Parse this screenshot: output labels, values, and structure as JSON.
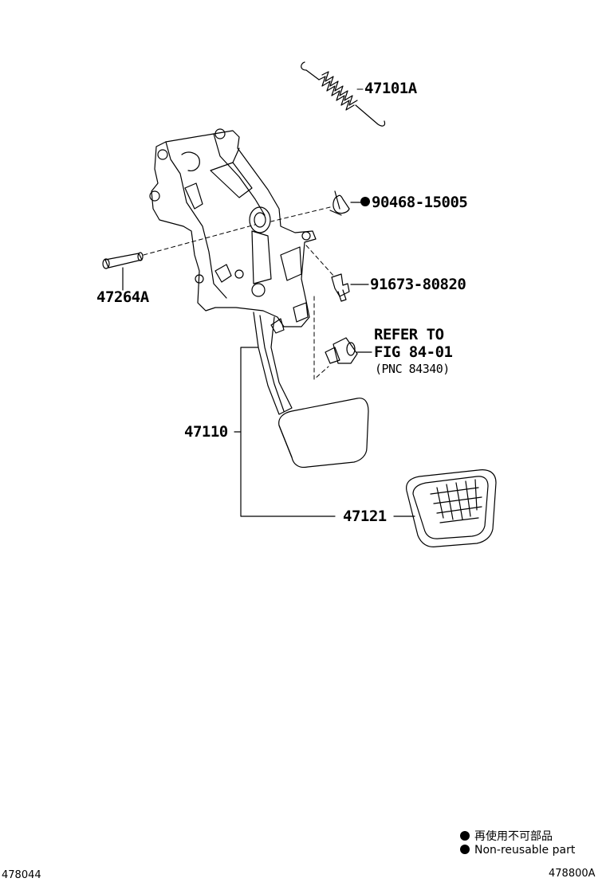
{
  "parts": {
    "spring": "47101A",
    "clip": "90468-15005",
    "pin": "47264A",
    "bolt": "91673-80820",
    "refer_line1": "REFER TO",
    "refer_line2": "FIG 84-01",
    "refer_line3": "(PNC 84340)",
    "pedal_assy": "47110",
    "pedal_pad": "47121"
  },
  "legend": {
    "jp": "再使用不可部品",
    "en": "Non-reusable part"
  },
  "footer": {
    "left_code": "478044",
    "right_code": "478800A"
  }
}
